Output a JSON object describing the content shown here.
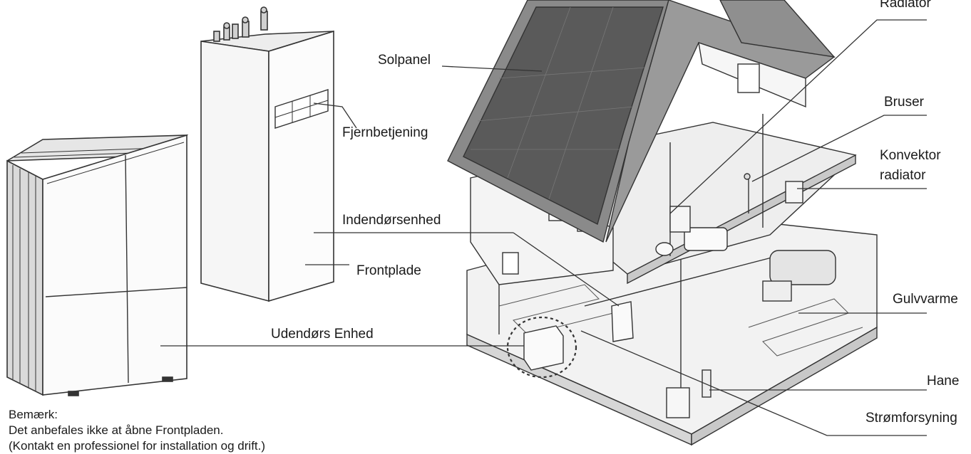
{
  "labels": {
    "radiator": "Radiator",
    "solpanel": "Solpanel",
    "fjernbetjening": "Fjernbetjening",
    "bruser": "Bruser",
    "konvektor_line1": "Konvektor",
    "konvektor_line2": "radiator",
    "indendorsenhed": "Indendørsenhed",
    "frontplade": "Frontplade",
    "gulvvarme": "Gulvvarme",
    "udendors_enhed": "Udendørs Enhed",
    "hane": "Hane",
    "stromforsyning": "Strømforsyning"
  },
  "note": {
    "heading": "Bemærk:",
    "line1": "Det anbefales ikke at åbne Frontpladen.",
    "line2": "(Kontakt en professionel for installation og drift.)"
  },
  "colors": {
    "line": "#333333",
    "roof": "#7a7a7a",
    "solar": "#555555"
  }
}
